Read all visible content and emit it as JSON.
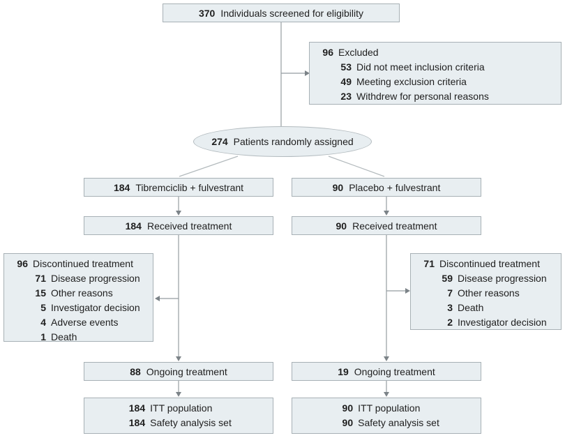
{
  "figure": {
    "type": "consort-flow-diagram",
    "background": "#ffffff",
    "box_fill": "#e8eef1",
    "box_border": "#a7b0b5",
    "line_color": "#959ca1",
    "diagonal_line_color": "#b3babd",
    "text_color": "#1e1e1e"
  },
  "nodes": {
    "screened": {
      "num": "370",
      "label": "Individuals screened for eligibility"
    },
    "excluded": {
      "title": {
        "num": "96",
        "label": "Excluded"
      },
      "items": [
        {
          "num": "53",
          "label": "Did not meet inclusion criteria"
        },
        {
          "num": "49",
          "label": "Meeting exclusion criteria"
        },
        {
          "num": "23",
          "label": "Withdrew for personal reasons"
        }
      ]
    },
    "randomized": {
      "num": "274",
      "label": "Patients randomly assigned"
    },
    "left_arm": {
      "num": "184",
      "label": "Tibremciclib + fulvestrant"
    },
    "right_arm": {
      "num": "90",
      "label": "Placebo + fulvestrant"
    },
    "left_received": {
      "num": "184",
      "label": "Received treatment"
    },
    "right_received": {
      "num": "90",
      "label": "Received treatment"
    },
    "left_discontinued": {
      "title": {
        "num": "96",
        "label": "Discontinued treatment"
      },
      "items": [
        {
          "num": "71",
          "label": "Disease progression"
        },
        {
          "num": "15",
          "label": "Other reasons"
        },
        {
          "num": "5",
          "label": "Investigator decision"
        },
        {
          "num": "4",
          "label": "Adverse events"
        },
        {
          "num": "1",
          "label": "Death"
        }
      ]
    },
    "right_discontinued": {
      "title": {
        "num": "71",
        "label": "Discontinued treatment"
      },
      "items": [
        {
          "num": "59",
          "label": "Disease progression"
        },
        {
          "num": "7",
          "label": "Other reasons"
        },
        {
          "num": "3",
          "label": "Death"
        },
        {
          "num": "2",
          "label": "Investigator decision"
        }
      ]
    },
    "left_ongoing": {
      "num": "88",
      "label": "Ongoing treatment"
    },
    "right_ongoing": {
      "num": "19",
      "label": "Ongoing treatment"
    },
    "left_population": {
      "items": [
        {
          "num": "184",
          "label": "ITT population"
        },
        {
          "num": "184",
          "label": "Safety analysis set"
        }
      ]
    },
    "right_population": {
      "items": [
        {
          "num": "90",
          "label": "ITT population"
        },
        {
          "num": "90",
          "label": "Safety analysis set"
        }
      ]
    }
  }
}
